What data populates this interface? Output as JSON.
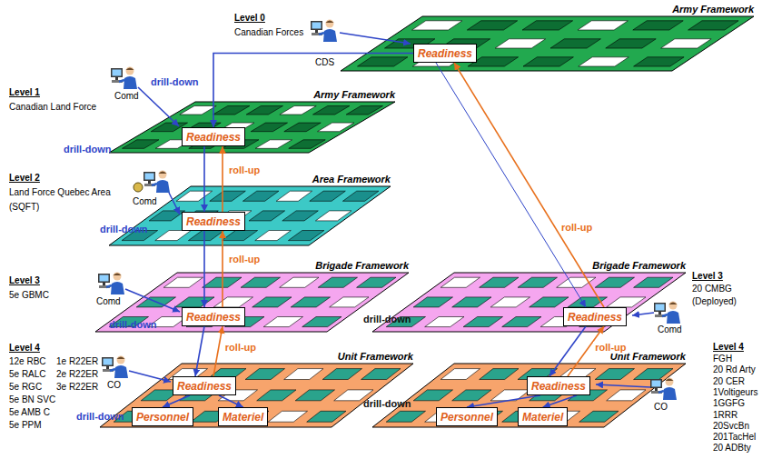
{
  "diagram": {
    "nodes": [
      {
        "text": [
          "Army Framework"
        ]
      },
      {
        "text": [
          "Readiness"
        ],
        "in": 0
      },
      {
        "text": [
          "Army Framework"
        ]
      },
      {
        "text": [
          "Readiness"
        ],
        "in": 2
      },
      {
        "text": [
          "Area Framework"
        ]
      },
      {
        "text": [
          "Readiness"
        ],
        "in": 4
      },
      {
        "text": [
          "Brigade Framework"
        ]
      },
      {
        "text": [
          "Readiness"
        ],
        "in": 6
      },
      {
        "text": [
          "Brigade Framework"
        ]
      },
      {
        "text": [
          "Readiness"
        ],
        "in": 8
      },
      {
        "text": [
          "Unit Framework"
        ]
      },
      {
        "text": [
          "Readiness"
        ],
        "in": 10
      },
      {
        "text": [
          "Personnel"
        ],
        "in": 10
      },
      {
        "text": [
          "Materiel"
        ],
        "in": 10
      },
      {
        "text": [
          "Unit Framework"
        ]
      },
      {
        "text": [
          "Readiness"
        ],
        "in": 14
      },
      {
        "text": [
          "Personnel"
        ],
        "in": 14
      },
      {
        "text": [
          "Materiel"
        ],
        "in": 14
      }
    ],
    "edges": [
      {
        "from": 1,
        "to": 3,
        "arrow": "to"
      },
      {
        "from": 3,
        "to": 5,
        "arrow": "to"
      },
      {
        "from": 5,
        "to": 7,
        "arrow": "to"
      },
      {
        "from": 7,
        "to": 11,
        "arrow": "to"
      },
      {
        "from": 1,
        "to": 9,
        "arrow": "to"
      },
      {
        "from": 9,
        "to": 15,
        "arrow": "to"
      },
      {
        "from": 11,
        "to": 12,
        "arrow": "to"
      },
      {
        "from": 11,
        "to": 13,
        "arrow": "to"
      },
      {
        "from": 15,
        "to": 16,
        "arrow": "to"
      },
      {
        "from": 15,
        "to": 17,
        "arrow": "to"
      },
      {
        "from": 11,
        "to": 7,
        "label": "roll-up",
        "arrow": "to"
      },
      {
        "from": 7,
        "to": 5,
        "label": "roll-up",
        "arrow": "to"
      },
      {
        "from": 5,
        "to": 3,
        "label": "roll-up",
        "arrow": "to"
      },
      {
        "from": 9,
        "to": 1,
        "label": "roll-up",
        "arrow": "to"
      },
      {
        "from": 15,
        "to": 9,
        "label": "roll-up",
        "arrow": "to"
      }
    ],
    "labels": [
      "Level 0",
      "Canadian Forces",
      "CDS",
      "Level 1",
      "Canadian Land Force",
      "Comd",
      "drill-down",
      "drill-down",
      "Level 2",
      "Land Force Quebec Area",
      "(SQFT)",
      "Comd",
      "drill-down",
      "Level 3",
      "5e GBMC",
      "Comd",
      "drill-down",
      "Level 4",
      "12e RBC",
      "5e RALC",
      "5e RGC",
      "5e BN SVC",
      "5e AMB C",
      "5e PPM",
      "1e R22ER",
      "2e R22ER",
      "3e R22ER",
      "CO",
      "drill-down",
      "drill-down",
      "drill-down",
      "Level 3",
      "20 CMBG",
      "(Deployed)",
      "Comd",
      "Level 4",
      "FGH",
      "20 Rd Arty",
      "20 CER",
      "1Voltigeurs",
      "1GGFG",
      "1RRR",
      "20SvcBn",
      "201TacHel",
      "20 ADBty",
      "CO"
    ]
  }
}
